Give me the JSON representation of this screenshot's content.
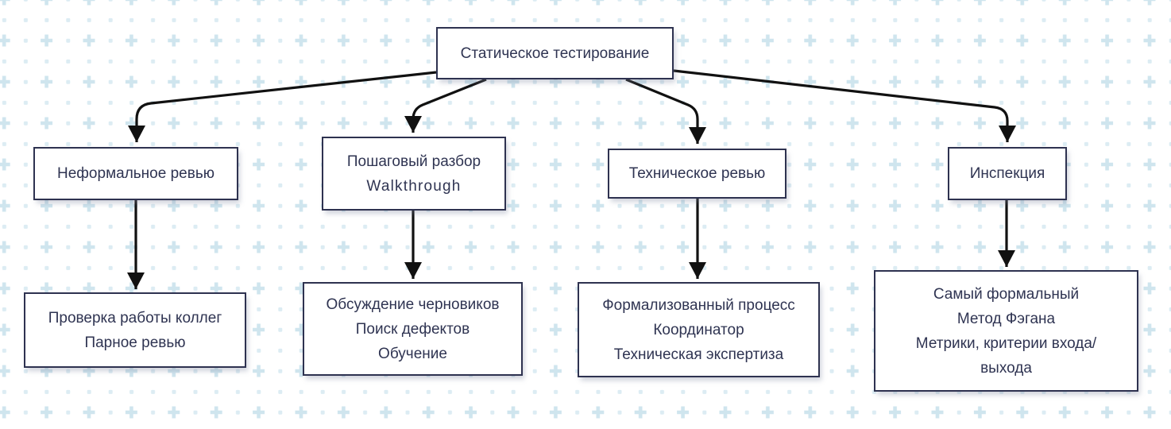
{
  "diagram": {
    "root": {
      "label": "Статическое тестирование"
    },
    "branches": [
      {
        "title": {
          "lines": [
            "Неформальное ревью"
          ]
        },
        "detail": {
          "lines": [
            "Проверка работы коллег",
            "Парное ревью"
          ]
        }
      },
      {
        "title": {
          "lines": [
            "Пошаговый разбор",
            "Walkthrough"
          ]
        },
        "detail": {
          "lines": [
            "Обсуждение черновиков",
            "Поиск дефектов",
            "Обучение"
          ]
        }
      },
      {
        "title": {
          "lines": [
            "Техническое ревью"
          ]
        },
        "detail": {
          "lines": [
            "Формализованный процесс",
            "Координатор",
            "Техническая экспертиза"
          ]
        }
      },
      {
        "title": {
          "lines": [
            "Инспекция"
          ]
        },
        "detail": {
          "lines": [
            "Самый формальный",
            "Метод Фэгана",
            "Метрики, критерии входа/",
            "выхода"
          ]
        }
      }
    ],
    "colors": {
      "box_border": "#2e3250",
      "box_text": "#2f3452",
      "connector_line": "#111111",
      "pattern_plus": "#cfe5ee",
      "pattern_dot": "#dcecf3",
      "background": "#ffffff"
    }
  }
}
